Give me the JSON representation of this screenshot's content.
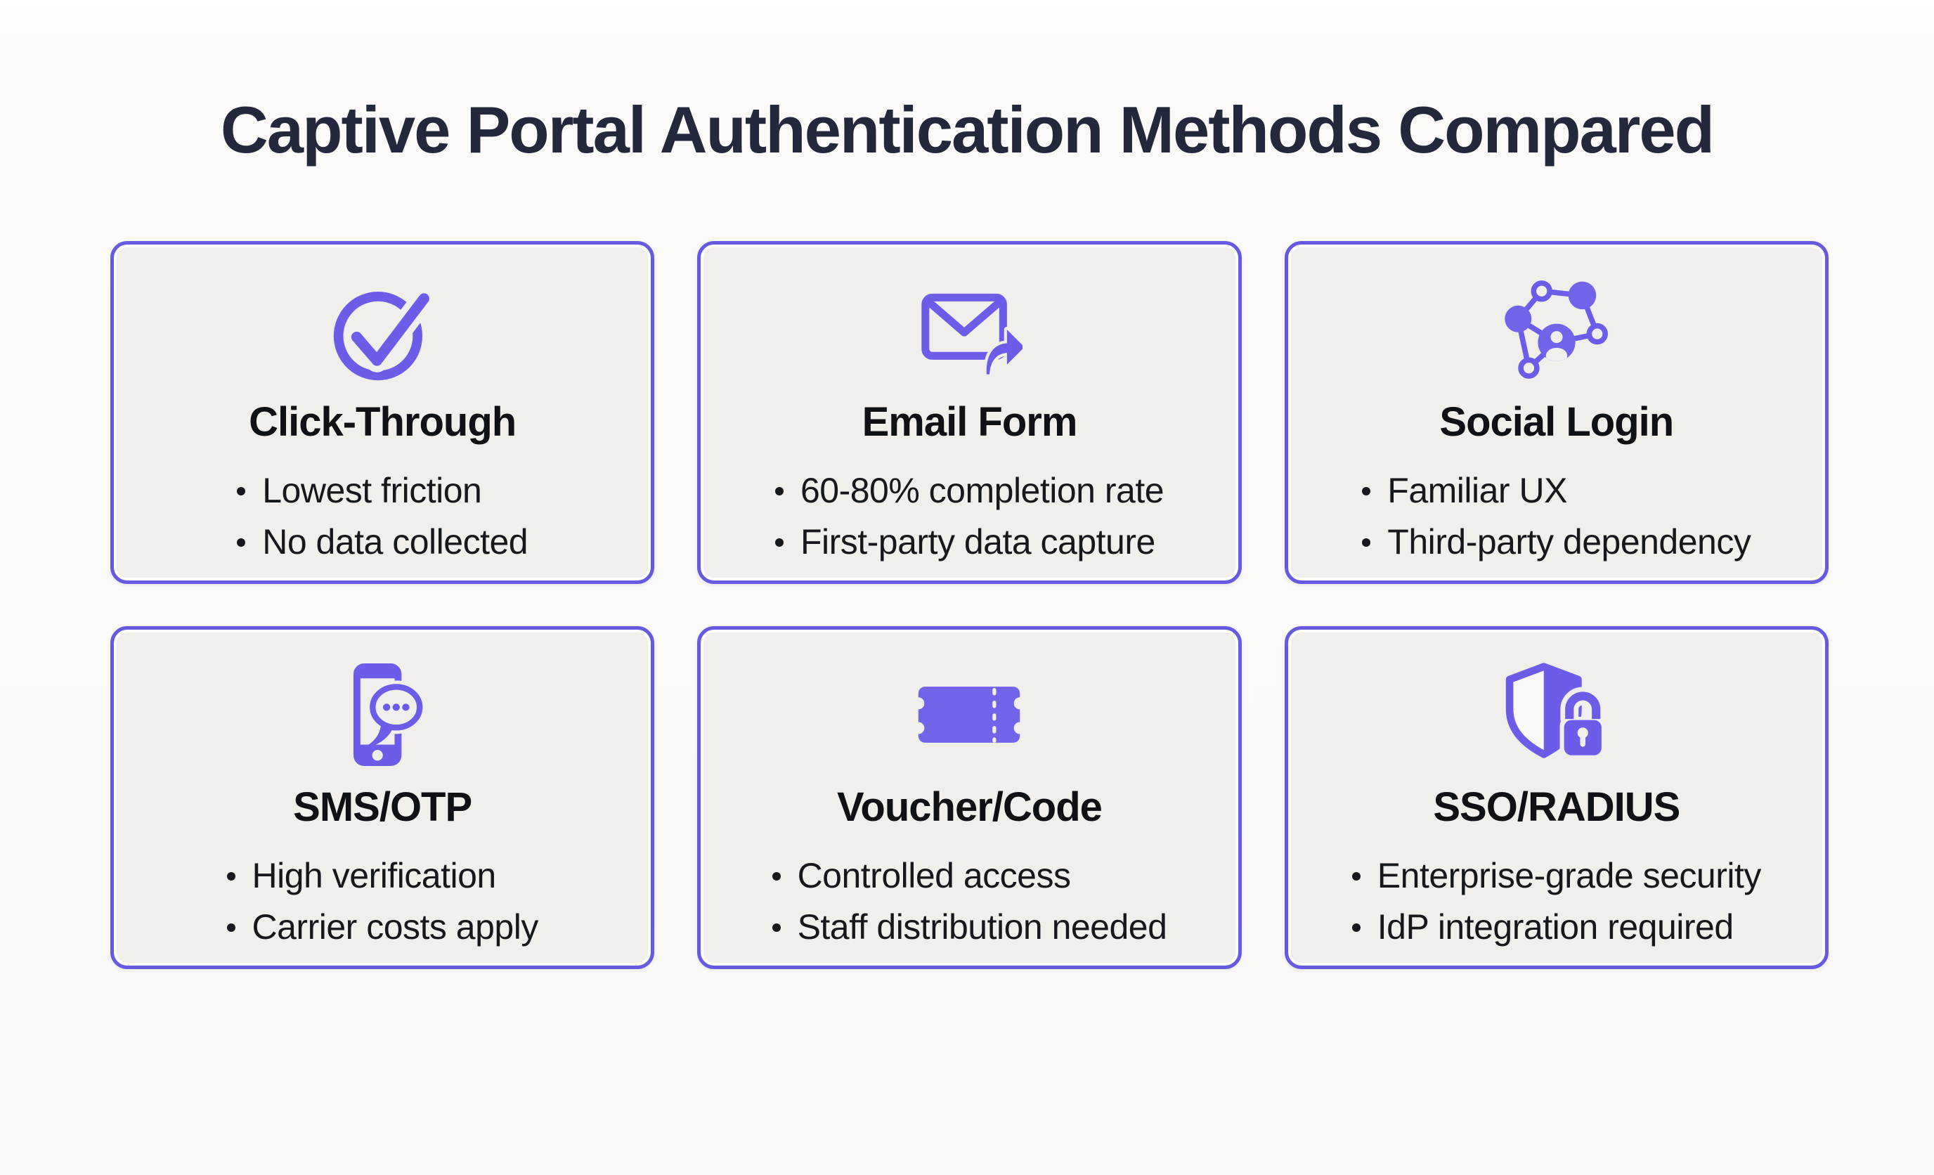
{
  "page": {
    "title": "Captive Portal Authentication Methods Compared"
  },
  "colors": {
    "accent": "#6c5ce7",
    "accent_fill": "#7164e9",
    "card_background": "#f0efec",
    "card_border": "#675ae0",
    "page_background": "#faf9f7",
    "heading_text": "#23283c",
    "body_text": "#17181c"
  },
  "cards": [
    {
      "icon": "check-circle-icon",
      "title": "Click-Through",
      "bullets": [
        "Lowest friction",
        "No data collected"
      ]
    },
    {
      "icon": "mail-forward-icon",
      "title": "Email Form",
      "bullets": [
        "60-80% completion rate",
        "First-party data capture"
      ]
    },
    {
      "icon": "social-network-icon",
      "title": "Social Login",
      "bullets": [
        "Familiar UX",
        "Third-party dependency"
      ]
    },
    {
      "icon": "phone-sms-icon",
      "title": "SMS/OTP",
      "bullets": [
        "High verification",
        "Carrier costs apply"
      ]
    },
    {
      "icon": "ticket-icon",
      "title": "Voucher/Code",
      "bullets": [
        "Controlled access",
        "Staff distribution needed"
      ]
    },
    {
      "icon": "shield-lock-icon",
      "title": "SSO/RADIUS",
      "bullets": [
        "Enterprise-grade security",
        "IdP integration required"
      ]
    }
  ]
}
